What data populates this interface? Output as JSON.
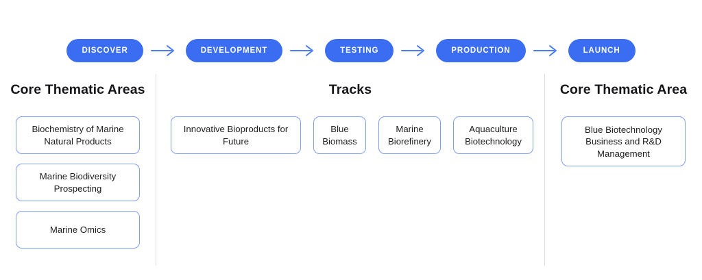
{
  "theme": {
    "pill_color": "#3b6df2",
    "arrow_color": "#4a7bf5",
    "box_border_color": "#7f9ef2",
    "divider_color": "#dedede",
    "text_color": "#1d1d1f",
    "background": "#ffffff"
  },
  "stages": [
    {
      "label": "DISCOVER"
    },
    {
      "label": "DEVELOPMENT"
    },
    {
      "label": "TESTING"
    },
    {
      "label": "PRODUCTION"
    },
    {
      "label": "LAUNCH"
    }
  ],
  "columns": {
    "left": {
      "title": "Core Thematic Areas",
      "items": [
        {
          "label": "Biochemistry of Marine Natural Products"
        },
        {
          "label": "Marine Biodiversity Prospecting"
        },
        {
          "label": "Marine Omics"
        }
      ]
    },
    "middle": {
      "title": "Tracks",
      "items": [
        {
          "label": "Innovative Bioproducts for Future"
        },
        {
          "label": "Blue Biomass"
        },
        {
          "label": "Marine Biorefinery"
        },
        {
          "label": "Aquaculture Biotechnology"
        }
      ]
    },
    "right": {
      "title": "Core Thematic Area",
      "items": [
        {
          "label": "Blue Biotechnology Business and R&D Management"
        }
      ]
    }
  },
  "icons": {
    "arrow": "arrow-right-icon"
  }
}
